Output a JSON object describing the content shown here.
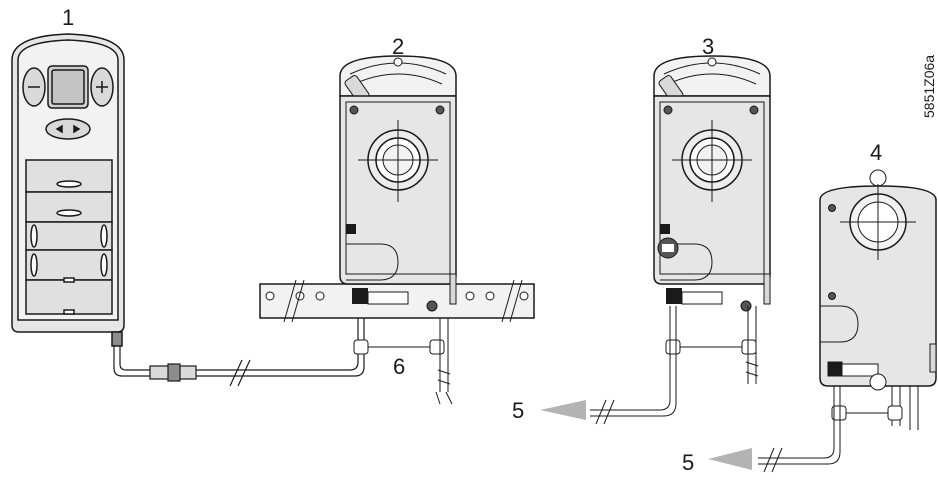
{
  "figure_code": "5851Z06a",
  "labels": {
    "tool": "1",
    "actuator_a": "2",
    "actuator_b": "3",
    "actuator_c": "4",
    "cable_arrow_a": "5",
    "cable_arrow_b": "5",
    "cable_clip": "6"
  },
  "colors": {
    "line": "#1a1a1a",
    "device_body": "#e6e6e6",
    "screen": "#d0d0d0",
    "arrow": "#b3b3b3"
  }
}
